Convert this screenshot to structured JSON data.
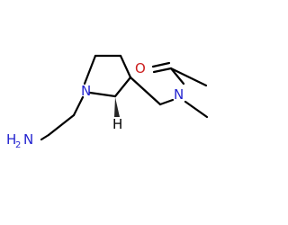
{
  "molecule": {
    "atom_labels": {
      "ring_nitrogen": "N",
      "amide_nitrogen": "N",
      "carbonyl_oxygen": "O",
      "amine_nh": "H",
      "amine_n": "N",
      "amine_sub": "2",
      "stereo_h": "H"
    },
    "colors": {
      "bond": "#000000",
      "nitrogen": "#2323cf",
      "oxygen": "#cc1f1f",
      "hydrogen": "#000000"
    }
  }
}
